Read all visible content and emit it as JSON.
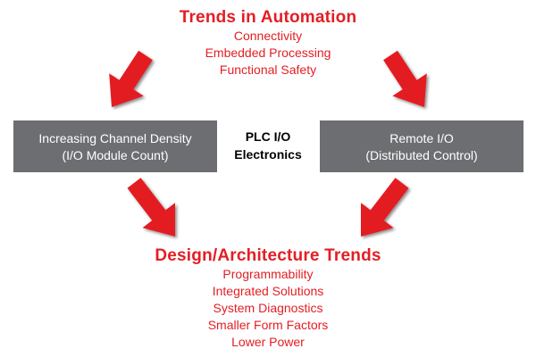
{
  "top": {
    "title": "Trends in Automation",
    "items": [
      "Connectivity",
      "Embedded Processing",
      "Functional Safety"
    ]
  },
  "left_box": {
    "line1": "Increasing Channel Density",
    "line2": "(I/O Module Count)"
  },
  "center": {
    "line1": "PLC I/O",
    "line2": "Electronics"
  },
  "right_box": {
    "line1": "Remote I/O",
    "line2": "(Distributed Control)"
  },
  "bottom": {
    "title": "Design/Architecture Trends",
    "items": [
      "Programmability",
      "Integrated Solutions",
      "System Diagnostics",
      "Smaller Form Factors",
      "Lower Power"
    ]
  },
  "colors": {
    "accent_red": "#e31e24",
    "box_gray": "#6d6e71"
  }
}
